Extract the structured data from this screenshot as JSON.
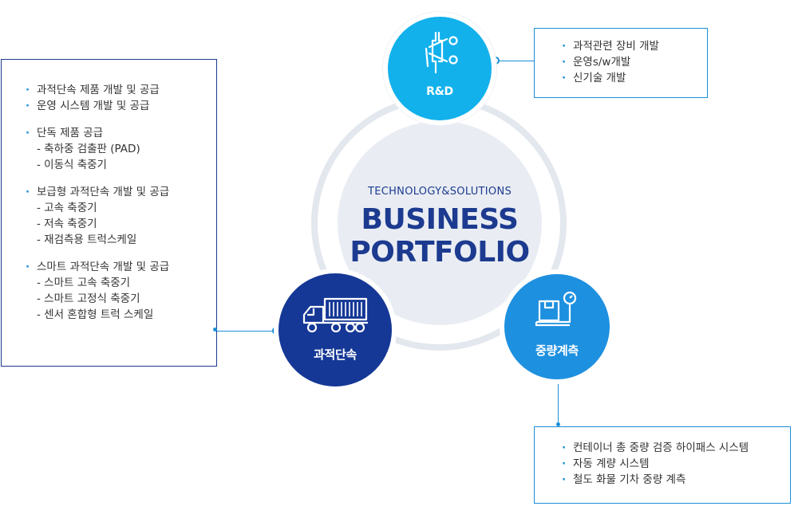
{
  "center": {
    "subtitle": "TECHNOLOGY&SOLUTIONS",
    "title_line1": "BUSINESS",
    "title_line2": "PORTFOLIO"
  },
  "nodes": {
    "rnd": {
      "label": "R&D",
      "icon": "pipette-scissors-icon",
      "color": "#12b1ec"
    },
    "enforcement": {
      "label": "과적단속",
      "icon": "truck-icon",
      "color": "#153896"
    },
    "weighing": {
      "label": "중량계측",
      "icon": "scale-icon",
      "color": "#1e90e0"
    }
  },
  "boxes": {
    "rnd": {
      "items": [
        "과적관련 장비 개발",
        "운영s/w개발",
        "신기술 개발"
      ]
    },
    "enforcement": {
      "groups": [
        {
          "items": [
            "과적단속 제품 개발 및 공급",
            "운영 시스템 개발 및 공급"
          ],
          "subs": []
        },
        {
          "items": [
            "단독 제품 공급"
          ],
          "subs": [
            "- 축하중 검출판 (PAD)",
            "- 이동식 축중기"
          ]
        },
        {
          "items": [
            "보급형 과적단속 개발 및 공급"
          ],
          "subs": [
            "- 고속 축중기",
            "- 저속 축중기",
            "- 재검측용 트럭스케일"
          ]
        },
        {
          "items": [
            "스마트 과적단속 개발 및 공급"
          ],
          "subs": [
            "- 스마트 고속 축중기",
            "- 스마트 고정식 축중기",
            "- 센서 혼합형 트럭 스케일"
          ]
        }
      ]
    },
    "weighing": {
      "items": [
        "컨테이너 총 중량 검증 하이패스 시스템",
        "자동 계량 시스템",
        "철도 화물 기차 중량 계측"
      ]
    }
  },
  "colors": {
    "accent_line": "#1a8fd8",
    "title": "#1c3a8f",
    "box_border": "#1a8fd8",
    "enforcement_box_border": "#1c3a8f"
  }
}
